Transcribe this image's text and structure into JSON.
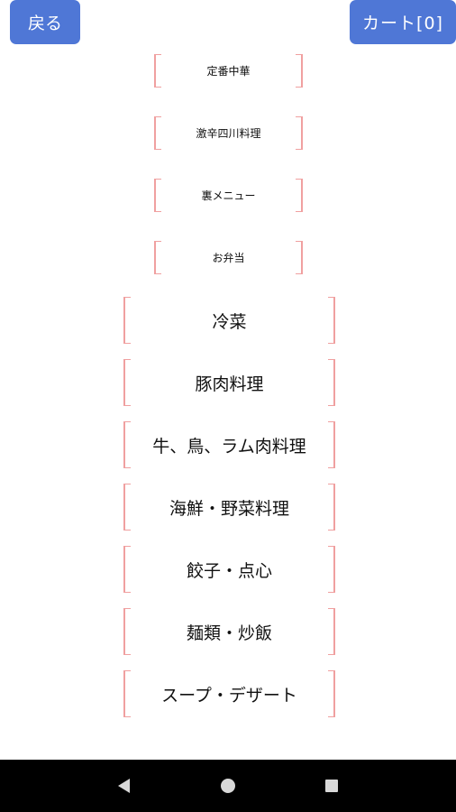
{
  "header": {
    "back_label": "戻る",
    "cart_label": "カート[0]"
  },
  "menu": {
    "small_items": [
      {
        "label": "定番中華"
      },
      {
        "label": "激辛四川料理"
      },
      {
        "label": "裏メニュー"
      },
      {
        "label": "お弁当"
      }
    ],
    "large_items": [
      {
        "label": "冷菜"
      },
      {
        "label": "豚肉料理"
      },
      {
        "label": "牛、鳥、ラム肉料理"
      },
      {
        "label": "海鮮・野菜料理"
      },
      {
        "label": "餃子・点心"
      },
      {
        "label": "麺類・炒飯"
      },
      {
        "label": "スープ・デザート"
      }
    ]
  },
  "navbar": {
    "icons": [
      "back-triangle-icon",
      "home-circle-icon",
      "recents-square-icon"
    ]
  },
  "colors": {
    "button_bg": "#4f77d6",
    "item_border": "#f0a0a0",
    "navbar_bg": "#000000"
  }
}
